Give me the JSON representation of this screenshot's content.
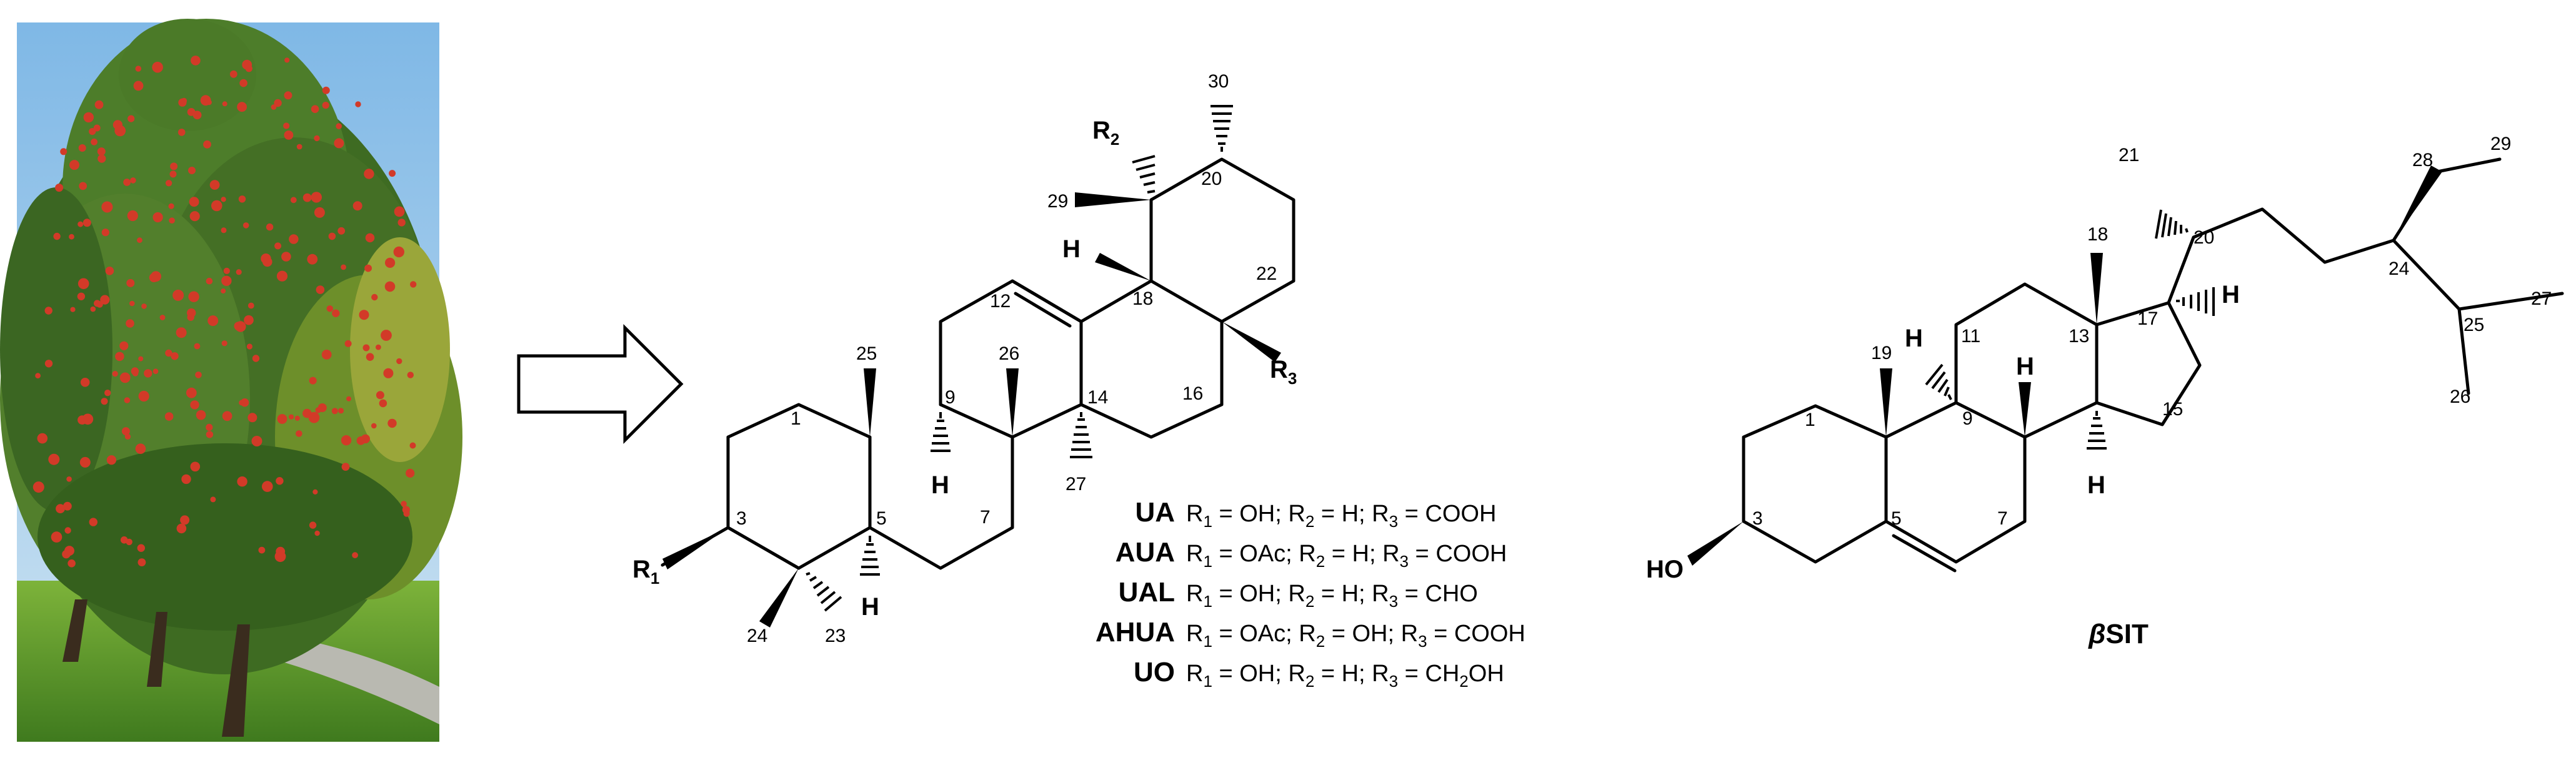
{
  "colors": {
    "ink": "#000000",
    "background": "#ffffff",
    "sky": "#8fc2e8",
    "foliage": "#3e6b22",
    "berries": "#d23a28",
    "grass": "#6fa630",
    "path": "#b9b9b1"
  },
  "photo": {
    "subject": "shrub with red berries"
  },
  "arrow": {
    "icon": "right-arrow-icon"
  },
  "left_molecule": {
    "labels": {
      "r1": "R",
      "r1_sub": "1",
      "r2": "R",
      "r2_sub": "2",
      "r3": "R",
      "r3_sub": "3",
      "h": "H"
    },
    "numbering": [
      "1",
      "3",
      "5",
      "7",
      "9",
      "12",
      "14",
      "16",
      "18",
      "20",
      "22",
      "23",
      "24",
      "25",
      "26",
      "27",
      "29",
      "30"
    ]
  },
  "compounds": [
    {
      "name": "UA",
      "r1": "OH",
      "r2": "H",
      "r3": "COOH"
    },
    {
      "name": "AUA",
      "r1": "OAc",
      "r2": "H",
      "r3": "COOH"
    },
    {
      "name": "UAL",
      "r1": "OH",
      "r2": "H",
      "r3": "CHO"
    },
    {
      "name": "AHUA",
      "r1": "OAc",
      "r2": "OH",
      "r3": "COOH"
    },
    {
      "name": "UO",
      "r1": "OH",
      "r2": "H",
      "r3": "CH2OH",
      "r3_main": "CH",
      "r3_sub": "2",
      "r3_tail": "OH"
    }
  ],
  "def_labels": {
    "r": "R",
    "sub1": "1",
    "sub2": "2",
    "sub3": "3",
    "eq": " = ",
    "sep": "; "
  },
  "right_molecule": {
    "labels": {
      "ho": "HO",
      "h": "H"
    },
    "numbering": [
      "1",
      "3",
      "5",
      "7",
      "9",
      "11",
      "13",
      "15",
      "17",
      "18",
      "19",
      "20",
      "21",
      "24",
      "25",
      "26",
      "27",
      "28",
      "29"
    ],
    "name_prefix": "β",
    "name_suffix": "SIT"
  }
}
